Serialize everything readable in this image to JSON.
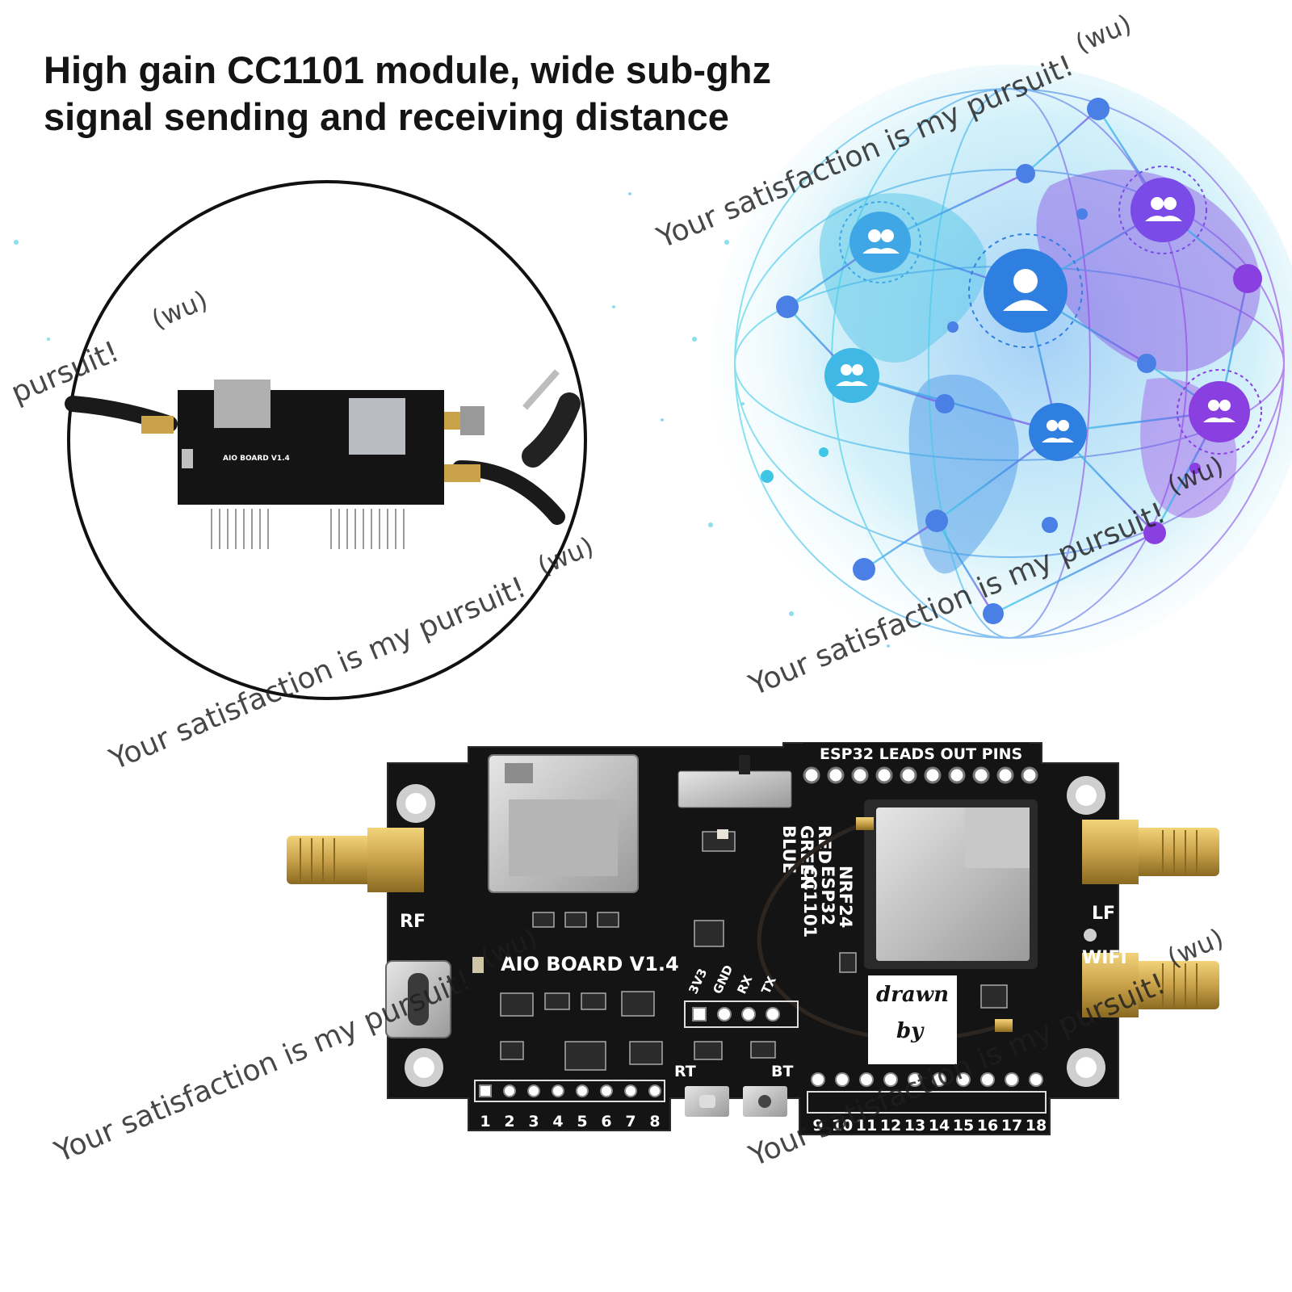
{
  "headline": {
    "line1": "High gain CC1101 module, wide sub-ghz",
    "line2": "signal sending and receiving distance"
  },
  "board": {
    "name": "AIO BOARD V1.4",
    "header_title": "ESP32 LEADS OUT PINS",
    "chips": [
      "NRF24",
      "ESP32",
      "CC1101"
    ],
    "leds": [
      "RED",
      "GREEN",
      "BLUE"
    ],
    "uart": [
      "3V3",
      "GND",
      "RX",
      "TX"
    ],
    "antennas": {
      "rf": "RF",
      "lf": "LF",
      "wifi": "WIFI"
    },
    "buttons": {
      "reset": "RT",
      "boot": "BT"
    },
    "pins_left": [
      "1",
      "2",
      "3",
      "4",
      "5",
      "6",
      "7",
      "8"
    ],
    "pins_right": [
      "9",
      "10",
      "11",
      "12",
      "13",
      "14",
      "15",
      "16",
      "17",
      "18"
    ],
    "logo": {
      "line1": "drawn",
      "line2": "by"
    }
  },
  "watermark": {
    "phrase": "Your satisfaction is my pursuit!",
    "fragment": "pursuit!",
    "tag": "(wu)"
  },
  "colors": {
    "pcb": "#141414",
    "gold": "#c9a24a",
    "globe_cyan": "#3fc6e6",
    "globe_purple": "#8a4be0",
    "globe_blue": "#2f7fe0"
  }
}
